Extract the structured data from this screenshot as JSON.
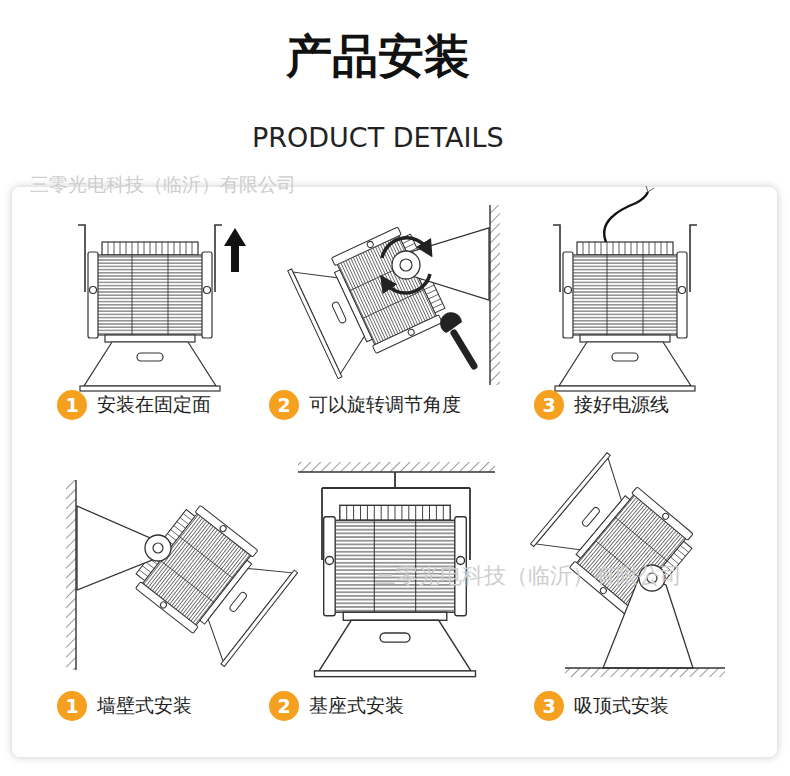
{
  "diagram": {
    "title": "产品安装",
    "nodes": [
      {
        "text": [
          "1",
          "安装在固定面"
        ]
      },
      {
        "text": [
          "2",
          "可以旋转调节角度"
        ]
      },
      {
        "text": [
          "3",
          "接好电源线"
        ]
      },
      {
        "text": [
          "1",
          "墙壁式安装"
        ]
      },
      {
        "text": [
          "2",
          "基座式安装"
        ]
      },
      {
        "text": [
          "3",
          "吸顶式安装"
        ]
      }
    ],
    "labels": [
      "PRODUCT DETAILS",
      "三零光电科技（临沂）有限公司",
      "三零光电科技（临沂）有限公司"
    ]
  }
}
